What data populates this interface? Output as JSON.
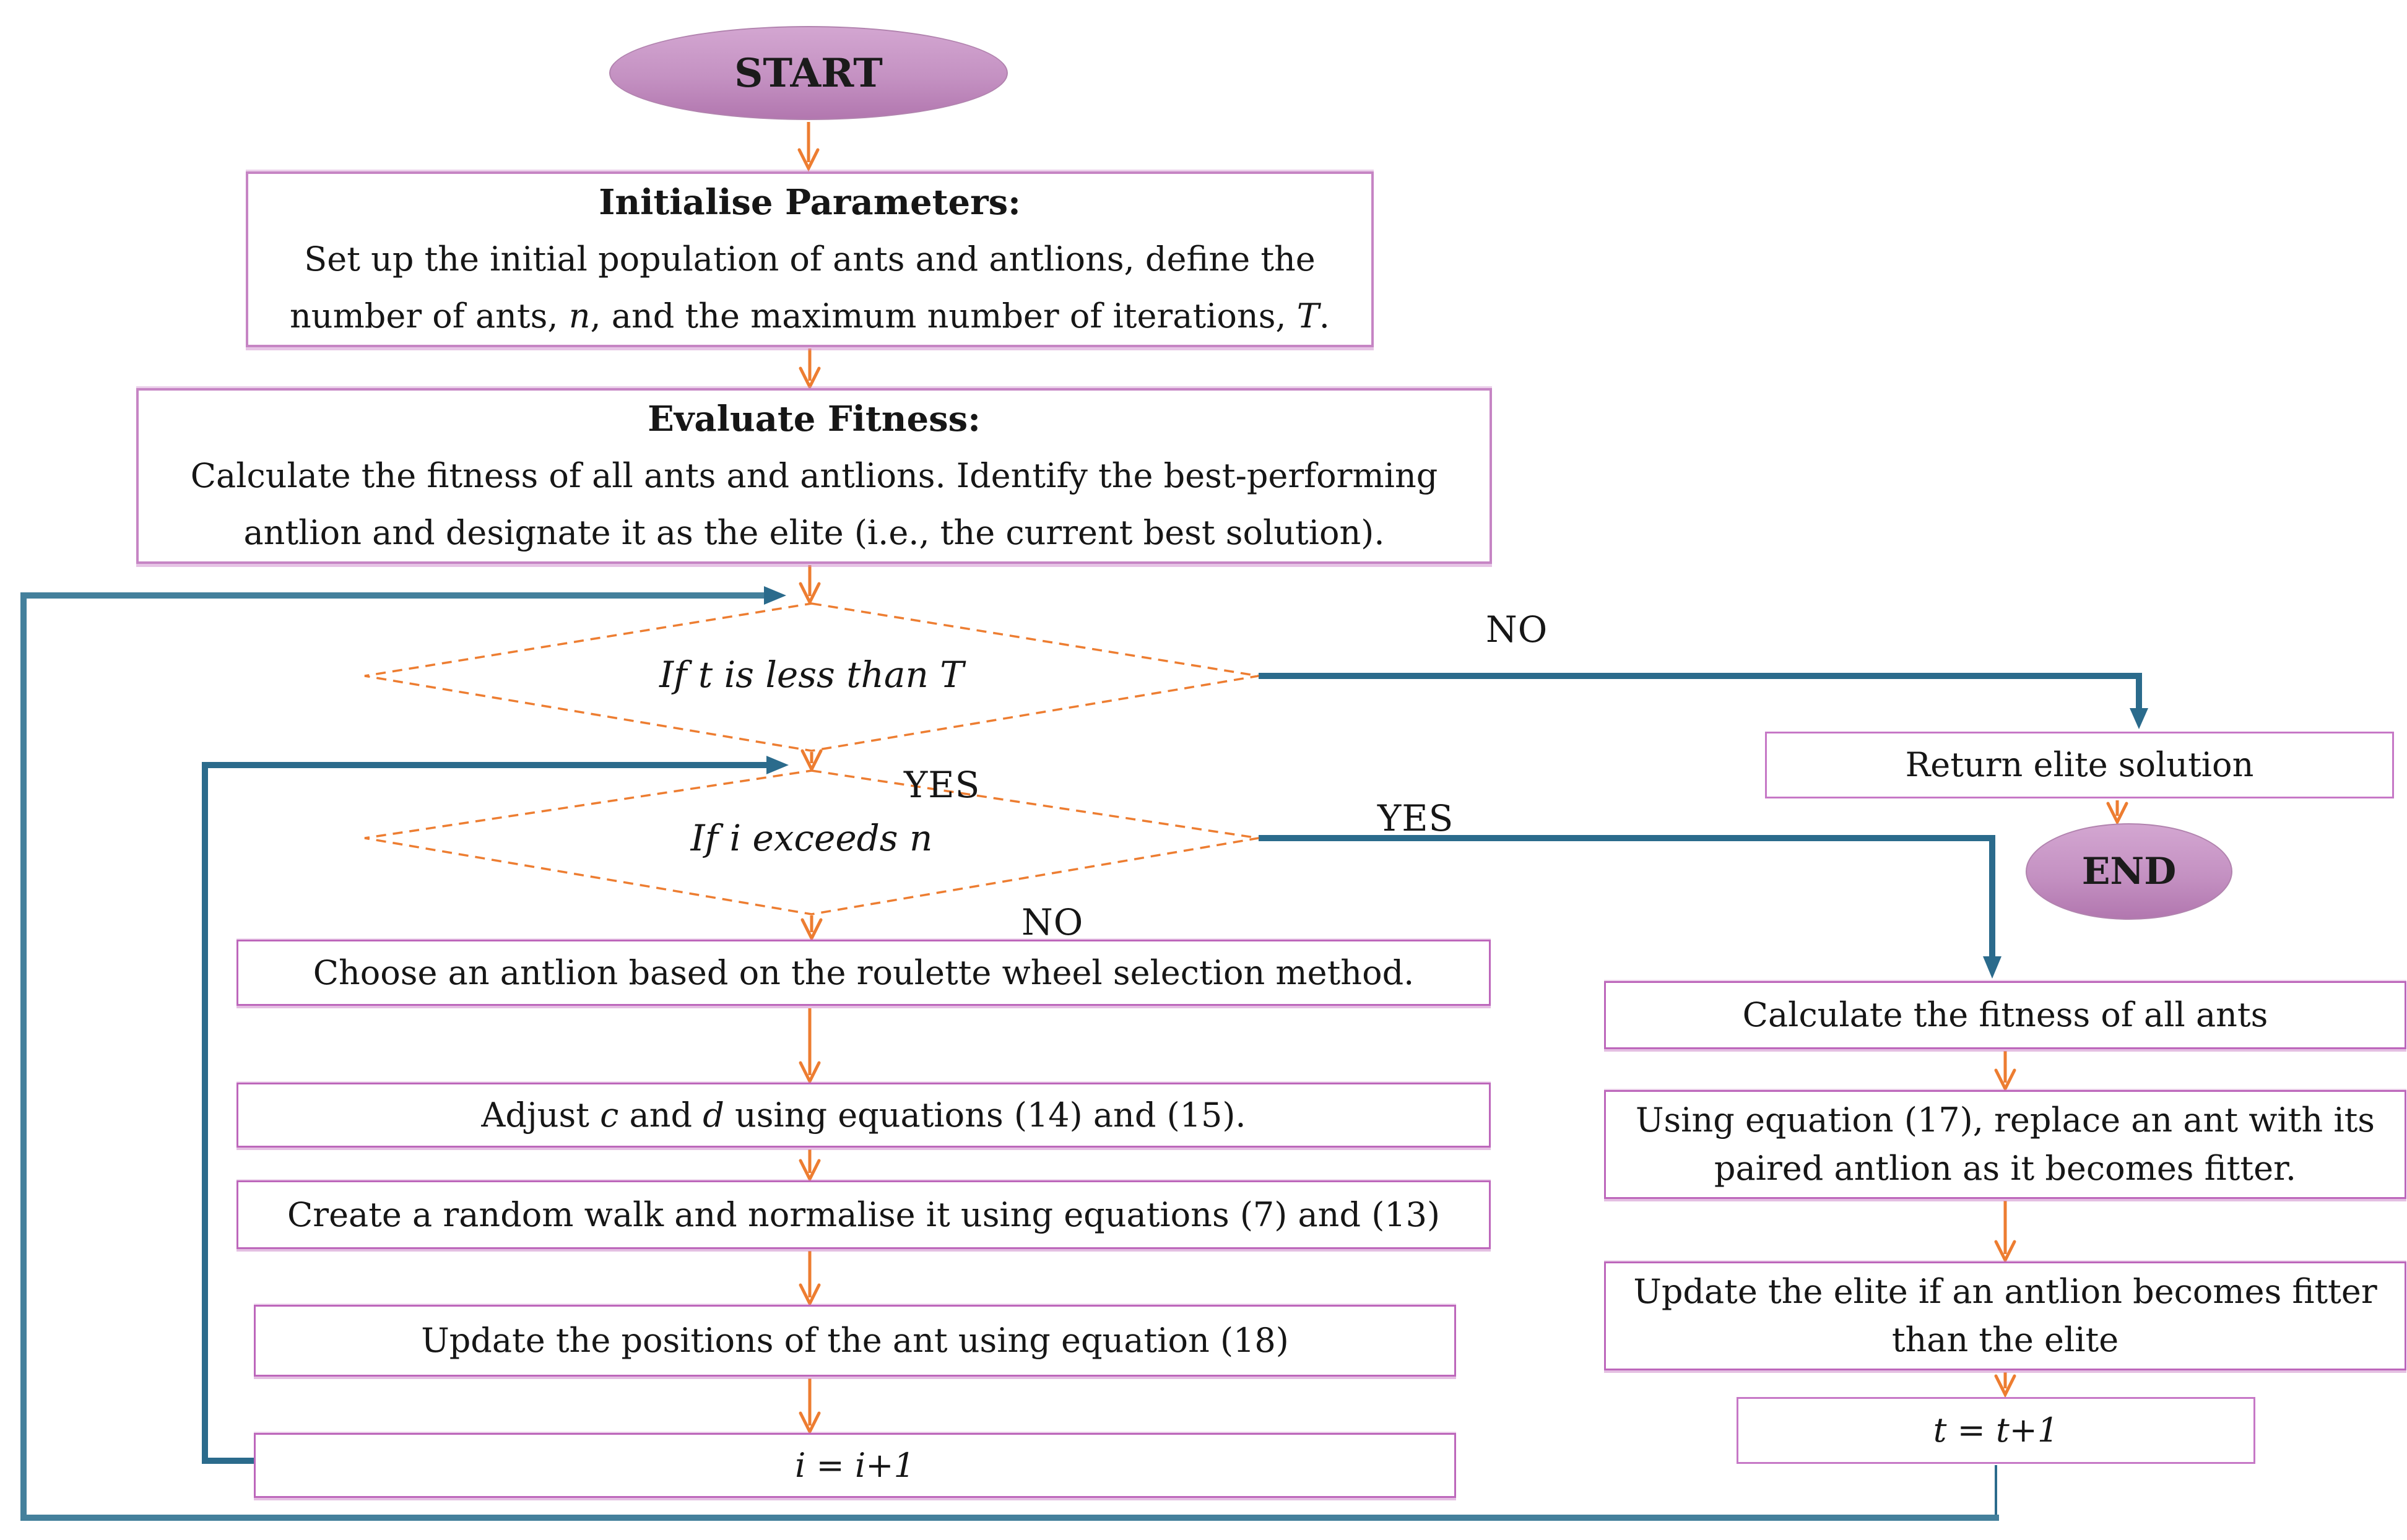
{
  "figure": "Antlion optimiser algorithm flowchart",
  "colors": {
    "arrow_orange": "#ED7D31",
    "connector_teal": "#2B6B8C",
    "connector_teal_light": "#44809C",
    "box_border_pink": "#BD67BB",
    "big_box_border": "#C685C4",
    "terminal_fill": "#C491C2",
    "diamond_border": "#ED7D31",
    "text": "#161616"
  },
  "terminals": {
    "start_label": "START",
    "end_label": "END"
  },
  "branch_labels": {
    "d1_no": "NO",
    "d1_yes": "YES",
    "d2_yes": "YES",
    "d2_no": "NO"
  },
  "decisions": {
    "d1": {
      "text": "If t  is less than T"
    },
    "d2": {
      "text": "If i exceeds n"
    }
  },
  "boxes": {
    "initialise": {
      "title": "Initialise Parameters:",
      "line1": "Set up the initial population of ants and antlions, define the",
      "l2s0": "number of ants, ",
      "l2s1": "n",
      "l2s2": ", and the maximum number of iterations, ",
      "l2s3": "T",
      "l2s4": "."
    },
    "evaluate": {
      "title": "Evaluate Fitness:",
      "line1": "Calculate the fitness of all ants and antlions. Identify the best-performing",
      "line2": "antlion and designate it as the elite (i.e., the current best solution)."
    },
    "choose": {
      "text": "Choose an antlion based on the roulette wheel selection method."
    },
    "adjust": {
      "s0": "Adjust ",
      "s1": "c",
      "s2": " and ",
      "s3": "d",
      "s4": " using equations (14) and (15)."
    },
    "random_walk": {
      "text": "Create a random walk and normalise it using equations (7) and (13)"
    },
    "update_positions": {
      "text": "Update the positions of the ant using equation (18)"
    },
    "i_increment": {
      "text": "i = i+1"
    },
    "return_elite": {
      "text": "Return elite solution"
    },
    "calc_fitness": {
      "text": "Calculate the fitness of all ants"
    },
    "replace_ant": {
      "line1": "Using equation (17), replace an ant with its",
      "line2": "paired antlion as it becomes fitter."
    },
    "update_elite": {
      "line1": "Update the elite if an antlion becomes fitter",
      "line2": "than the elite"
    },
    "t_increment": {
      "text": "t = t+1"
    }
  }
}
